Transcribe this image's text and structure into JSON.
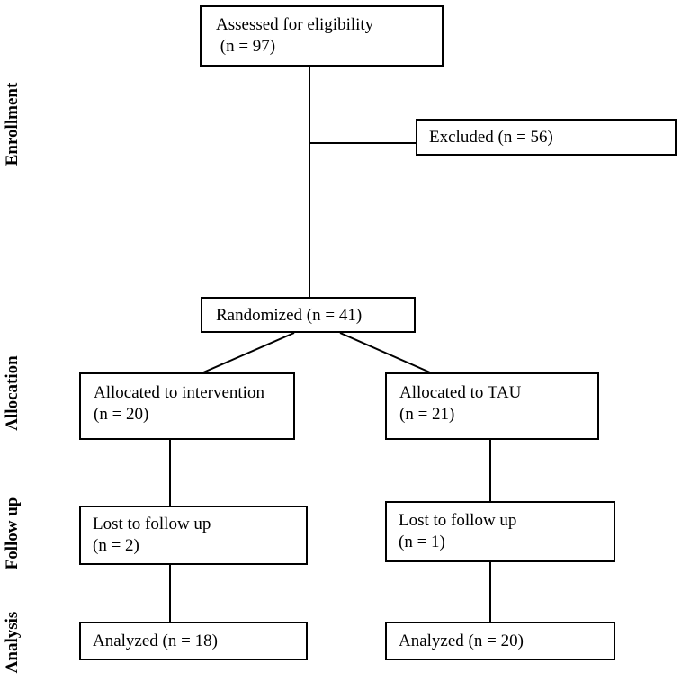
{
  "stages": {
    "enrollment": "Enrollment",
    "allocation": "Allocation",
    "follow_up": "Follow up",
    "analysis": "Analysis"
  },
  "boxes": {
    "assessed": {
      "line1": "Assessed for eligibility",
      "line2": " (n = 97)"
    },
    "excluded": {
      "line1": "Excluded (n = 56)"
    },
    "randomized": {
      "line1": "Randomized (n = 41)"
    },
    "allocated_intervention": {
      "line1": "Allocated to intervention",
      "line2": "(n = 20)"
    },
    "allocated_tau": {
      "line1": "Allocated to TAU",
      "line2": "(n = 21)"
    },
    "lost_intervention": {
      "line1": "Lost to follow up",
      "line2": "(n = 2)"
    },
    "lost_tau": {
      "line1": "Lost to follow up",
      "line2": "(n = 1)"
    },
    "analyzed_intervention": {
      "line1": "Analyzed (n = 18)"
    },
    "analyzed_tau": {
      "line1": "Analyzed (n = 20)"
    }
  }
}
